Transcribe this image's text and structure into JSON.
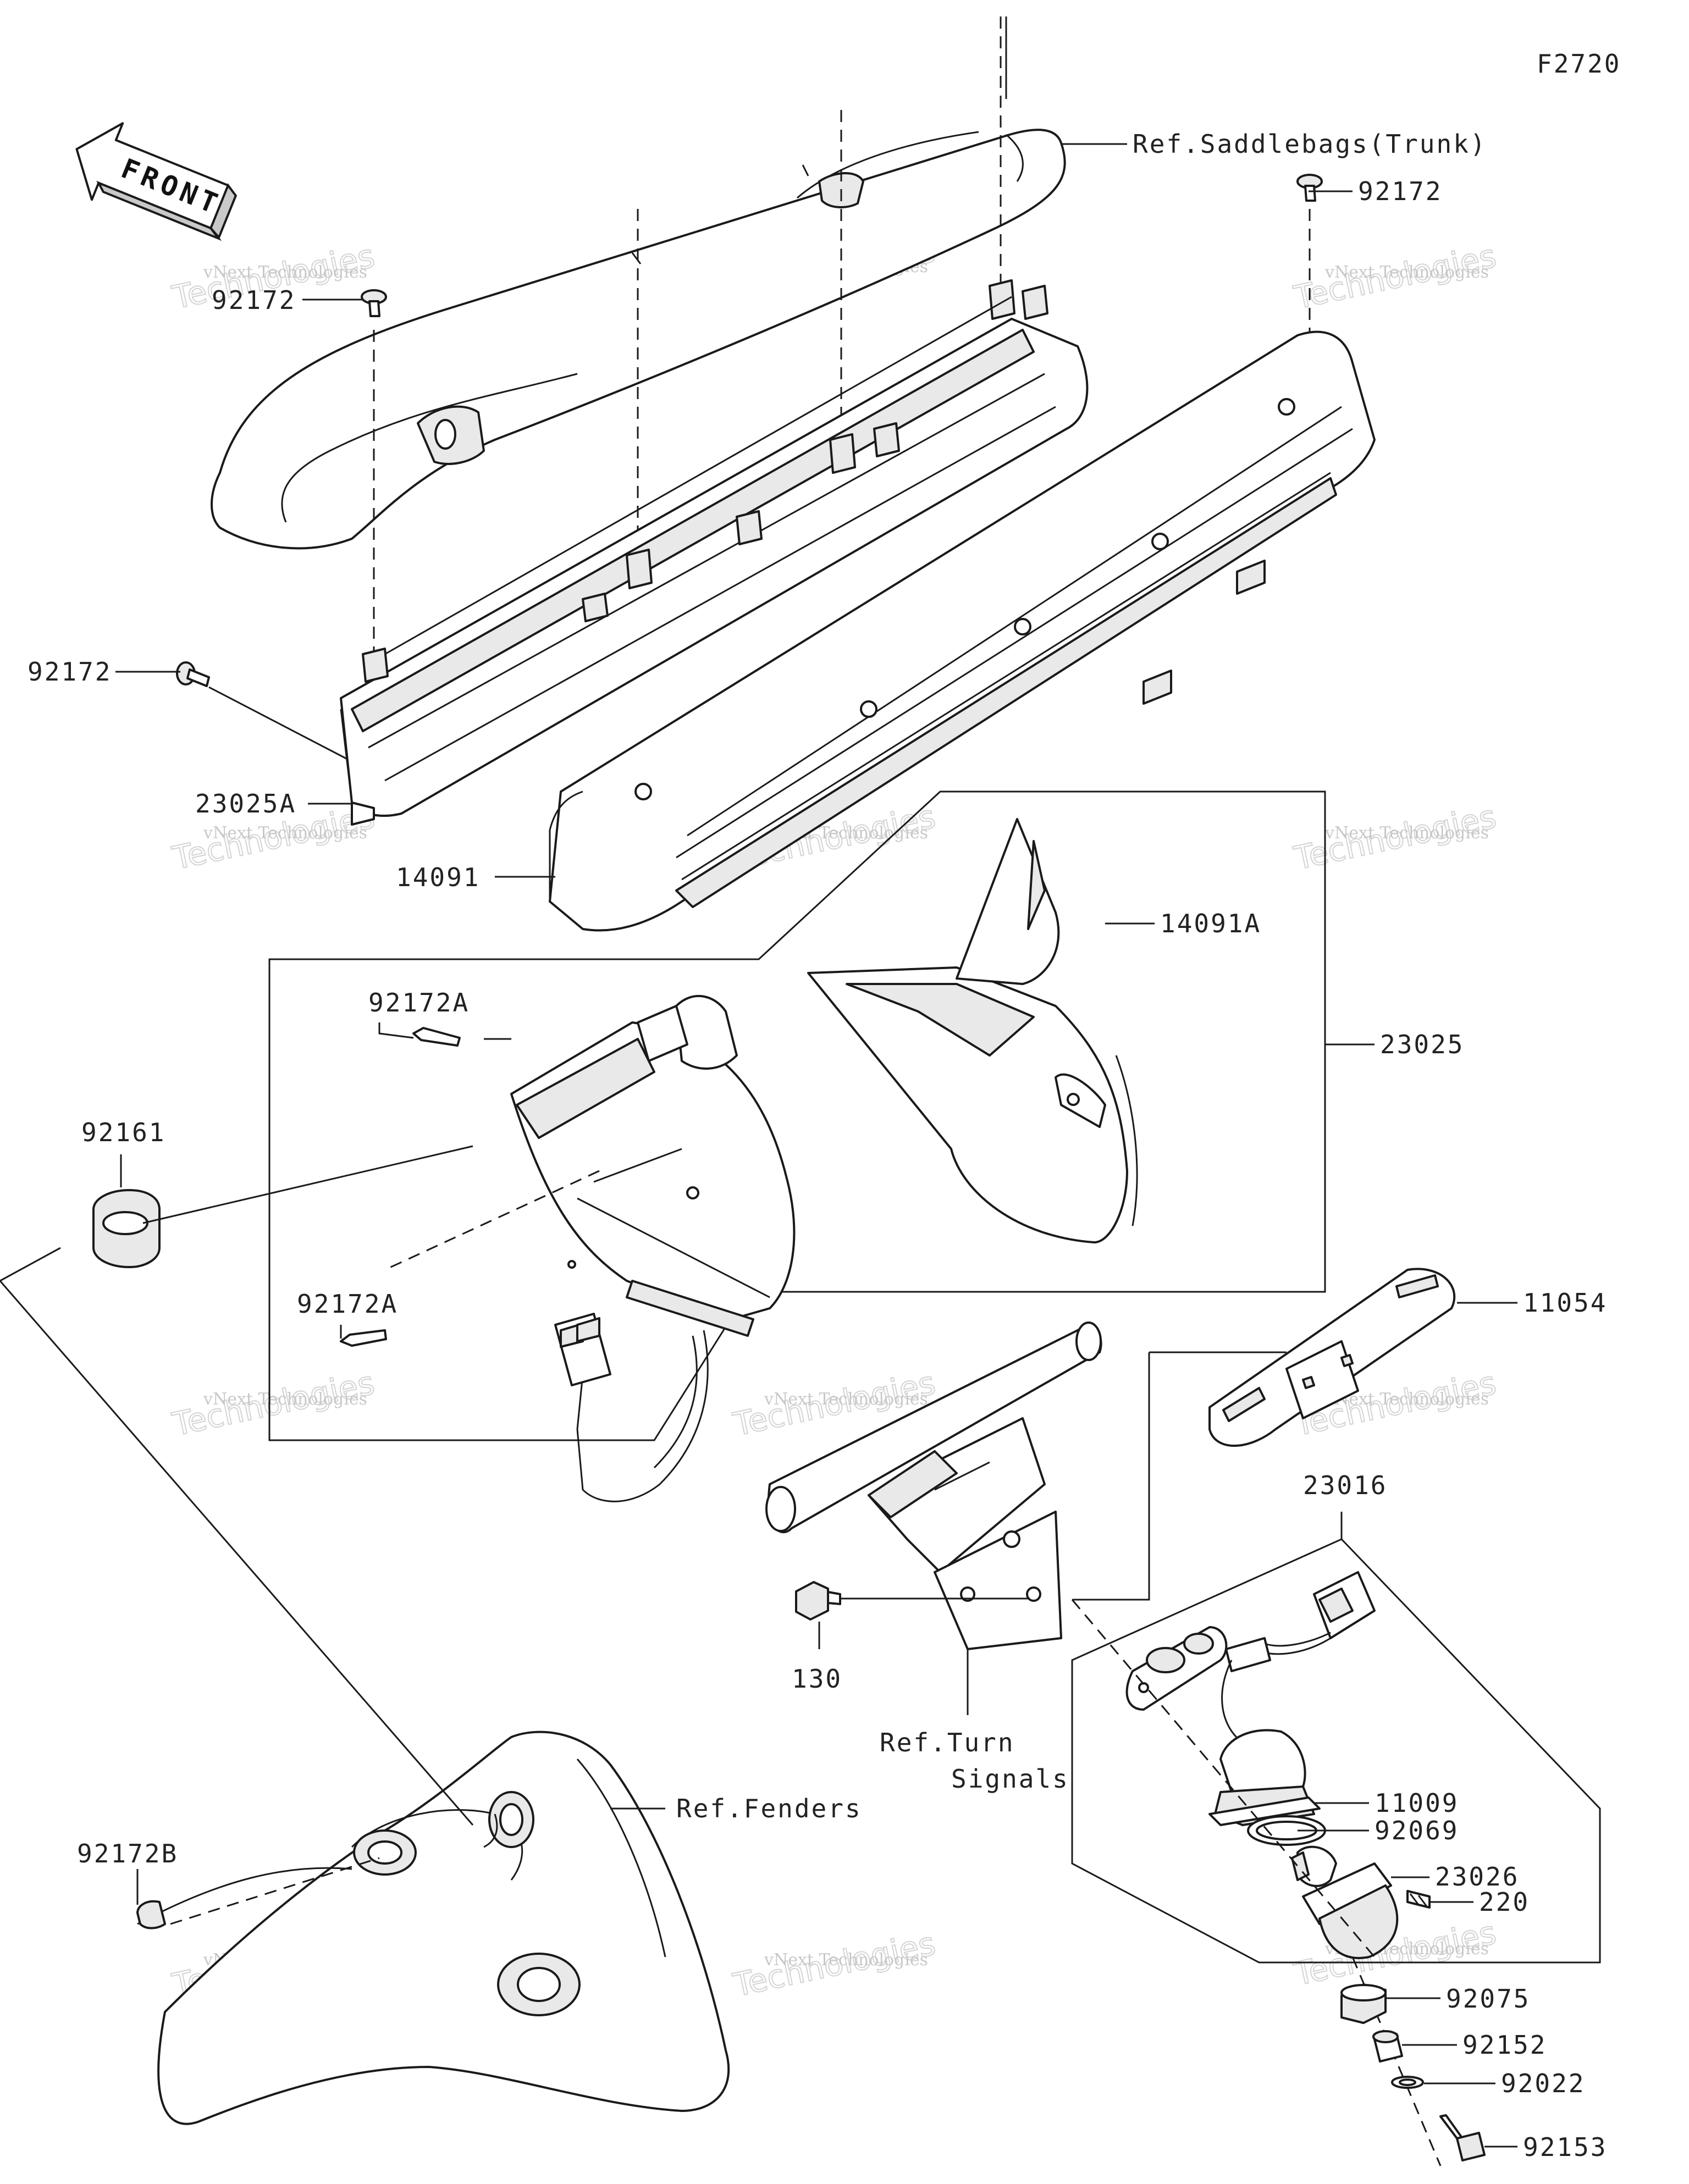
{
  "diagram_code": "F2720",
  "front_label": "FRONT",
  "watermark": {
    "line1": "vNext Technologies",
    "line2": "Technologies"
  },
  "labels": {
    "ref_saddlebags": "Ref.Saddlebags(Trunk)",
    "p92172_top_right": "92172",
    "p92172_top_left": "92172",
    "p92172_left": "92172",
    "p23025A": "23025A",
    "p14091": "14091",
    "p14091A": "14091A",
    "p92172A_upper": "92172A",
    "p23025": "23025",
    "p92161": "92161",
    "p92172A_lower": "92172A",
    "p11054": "11054",
    "p23016": "23016",
    "p130": "130",
    "ref_turn_signals_1": "Ref.Turn",
    "ref_turn_signals_2": "Signals",
    "p11009": "11009",
    "p92069": "92069",
    "p23026": "23026",
    "ref_fenders": "Ref.Fenders",
    "p220": "220",
    "p92172B": "92172B",
    "p92075": "92075",
    "p92152": "92152",
    "p92022": "92022",
    "p92153": "92153"
  }
}
